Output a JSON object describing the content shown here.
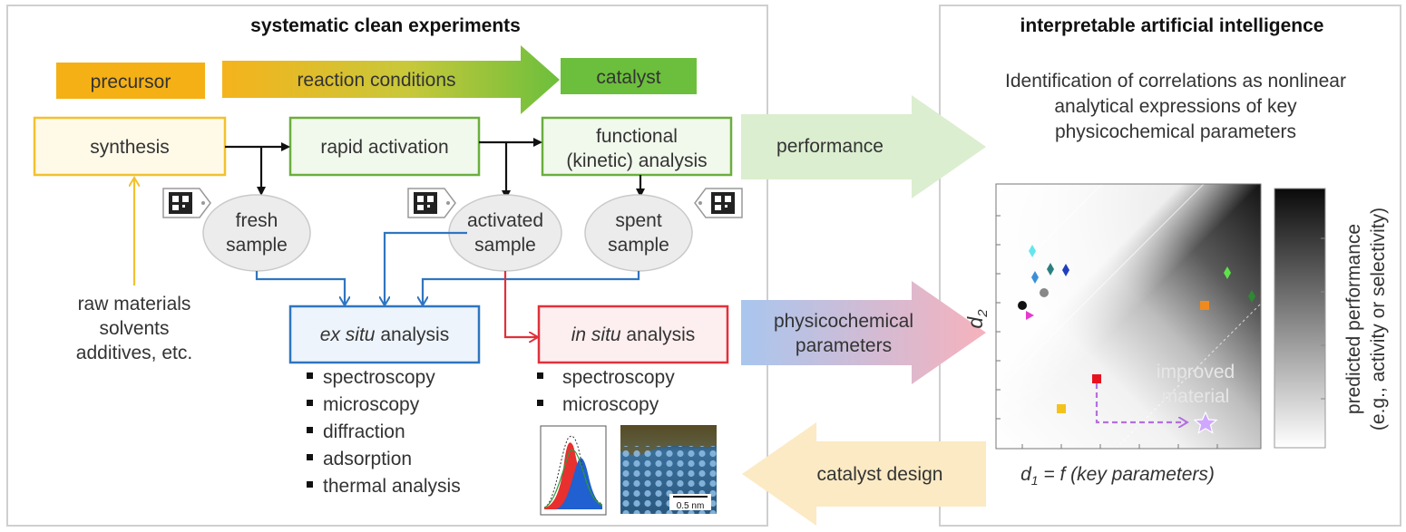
{
  "left_panel": {
    "title": "systematic clean experiments",
    "banner": {
      "precursor": "precursor",
      "reaction_conditions": "reaction conditions",
      "catalyst": "catalyst"
    },
    "boxes": {
      "synthesis": "synthesis",
      "rapid_activation": "rapid activation",
      "functional_line1": "functional",
      "functional_line2": "(kinetic) analysis"
    },
    "samples": {
      "fresh_line1": "fresh",
      "fresh_line2": "sample",
      "activated_line1": "activated",
      "activated_line2": "sample",
      "spent_line1": "spent",
      "spent_line2": "sample"
    },
    "raw_materials": [
      "raw materials",
      "solvents",
      "additives, etc."
    ],
    "ex_situ": {
      "italic": "ex situ",
      "rest": " analysis",
      "items": [
        "spectroscopy",
        "microscopy",
        "diffraction",
        "adsorption",
        "thermal analysis"
      ]
    },
    "in_situ": {
      "italic": "in situ",
      "rest": " analysis",
      "items": [
        "spectroscopy",
        "microscopy"
      ]
    },
    "micrograph_scale": "0.5 nm"
  },
  "arrows": {
    "performance": "performance",
    "physicochemical_line1": "physicochemical",
    "physicochemical_line2": "parameters",
    "catalyst_design": "catalyst design"
  },
  "right_panel": {
    "title": "interpretable artificial intelligence",
    "description": [
      "Identification of correlations as nonlinear",
      "analytical expressions of key",
      "physicochemical parameters"
    ],
    "plot": {
      "ylabel_main": "d",
      "ylabel_sub": "2",
      "xlabel_main": "d",
      "xlabel_sub": "1",
      "xlabel_rest": " = f (key parameters)",
      "annotation_line1": "improved",
      "annotation_line2": "material",
      "colorbar_line1": "predicted performance",
      "colorbar_line2": "(e.g., activity or selectivity)"
    }
  },
  "colors": {
    "synthesis": "#f2c12e",
    "activation": "#6aaf3d",
    "insitu": "#e0313a",
    "exsitu": "#2f75c0",
    "arrow_black": "#111111",
    "annotation": "#b46fe0"
  }
}
